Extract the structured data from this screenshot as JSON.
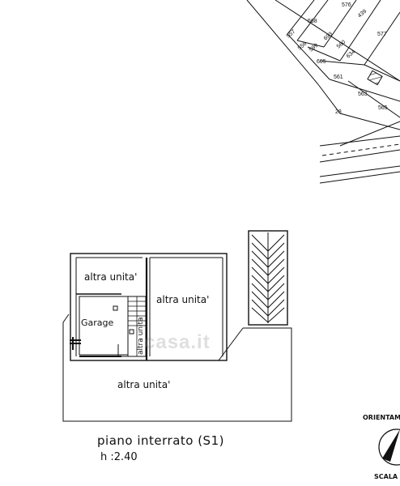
{
  "cadastral": {
    "parcels": [
      "576",
      "577",
      "439",
      "568",
      "557",
      "558",
      "599",
      "693",
      "560",
      "634",
      "605",
      "561",
      "563",
      "565",
      "28"
    ]
  },
  "floor_plan": {
    "rooms": {
      "top_left": "altra unita'",
      "right": "altra unita'",
      "garage": "Garage",
      "stair_side": "altra unita'",
      "bottom": "altra unita'"
    },
    "title": "piano interrato (S1)",
    "height": "h :2.40"
  },
  "legend": {
    "orientation": "ORIENTAM",
    "scale": "SCALA"
  },
  "watermark": "casa.it"
}
